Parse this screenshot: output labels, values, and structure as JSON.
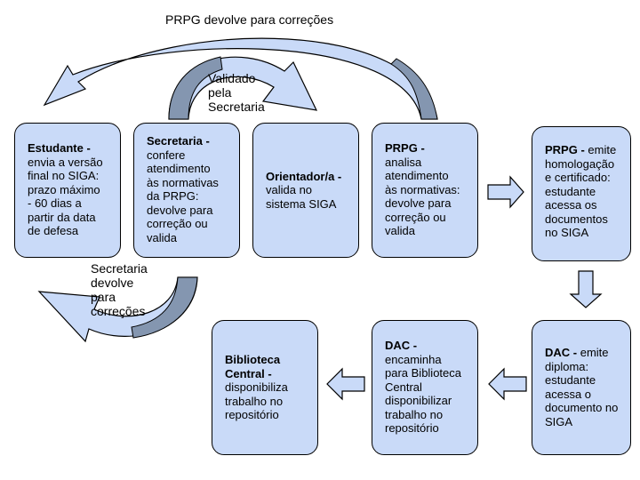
{
  "labels": {
    "prpg_returns": "PRPG devolve para correções",
    "validated_line1": "Validado",
    "validated_line2": "pela",
    "validated_line3": "Secretaria",
    "secretaria_returns_line1": "Secretaria",
    "secretaria_returns_line2": "devolve",
    "secretaria_returns_line3": "para",
    "secretaria_returns_line4": "correções"
  },
  "boxes": {
    "estudante": {
      "title": "Estudante -",
      "line1": "envia a versão",
      "line2": "final no SIGA:",
      "line3": "prazo máximo",
      "line4": "- 60 dias a",
      "line5": "partir da data",
      "line6": "de defesa"
    },
    "secretaria": {
      "title": "Secretaria -",
      "line1": "confere",
      "line2": "atendimento",
      "line3": "às normativas",
      "line4": "da PRPG:",
      "line5": "devolve para",
      "line6": "correção ou",
      "line7": "valida"
    },
    "orientador": {
      "title": "Orientador/a -",
      "line1": "valida no",
      "line2": "sistema SIGA"
    },
    "prpg_analisa": {
      "title": "PRPG -",
      "line1": "analisa",
      "line2": "atendimento",
      "line3": "às normativas:",
      "line4": "devolve para",
      "line5": "correção ou",
      "line6": "valida"
    },
    "prpg_emite": {
      "title": "PRPG -",
      "title_rest": " emite",
      "line1": "homologação",
      "line2": "e certificado:",
      "line3": "estudante",
      "line4": "acessa os",
      "line5": "documentos",
      "line6": "no SIGA"
    },
    "dac_emite": {
      "title": "DAC -",
      "title_rest": " emite",
      "line1": "diploma:",
      "line2": "estudante",
      "line3": "acessa o",
      "line4": "documento no",
      "line5": "SIGA"
    },
    "dac_encaminha": {
      "title": "DAC -",
      "line1": "encaminha",
      "line2": "para Biblioteca",
      "line3": "Central",
      "line4": "disponibilizar",
      "line5": "trabalho no",
      "line6": "repositório"
    },
    "biblioteca": {
      "title1": "Biblioteca",
      "title2": "Central -",
      "line1": "disponibiliza",
      "line2": "trabalho no",
      "line3": "repositório"
    }
  },
  "colors": {
    "box_fill": "#c9daf8",
    "arrow_fill": "#c9daf8",
    "arrow_shadow": "#8496b0",
    "border": "#000000"
  }
}
